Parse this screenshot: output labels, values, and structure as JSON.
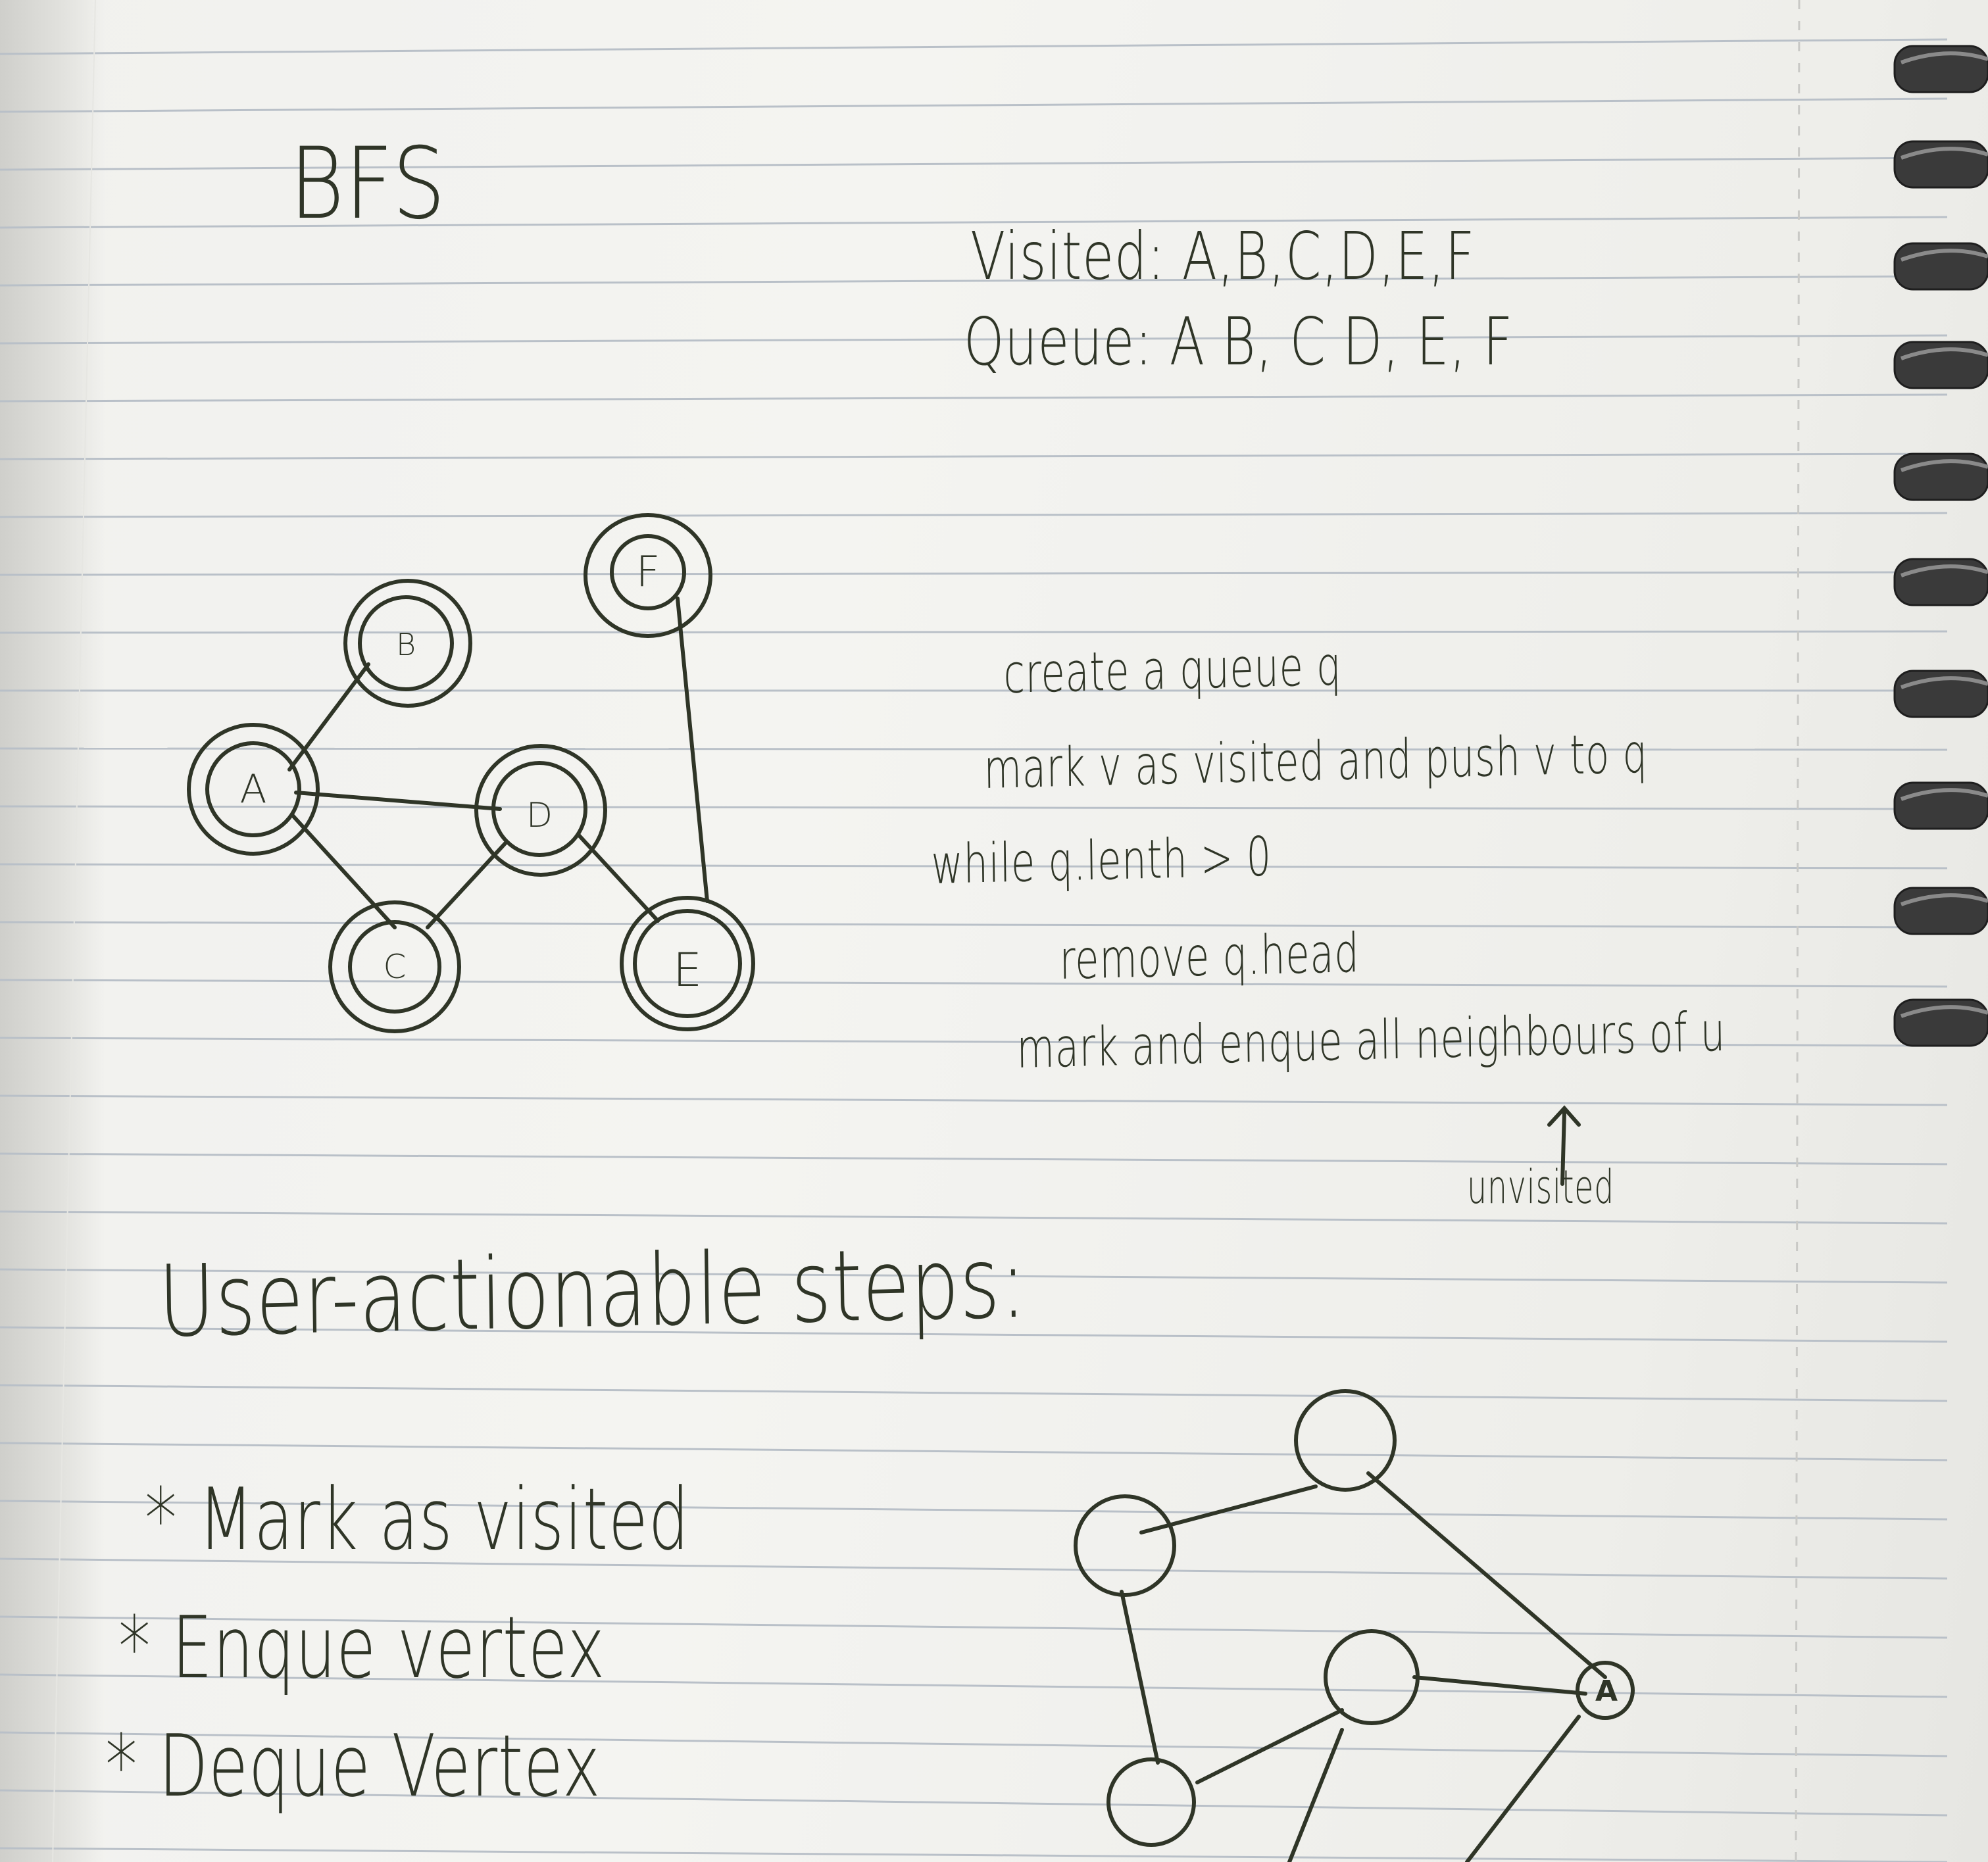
{
  "notebook": {
    "title": "BFS",
    "visited_line": "Visited: A,B,C,D,E,F",
    "queue_line": "Queue: A B, C D, E, F",
    "pseudocode": [
      "create a queue q",
      "mark v as visited and push v to q",
      "while q.lenth > 0",
      "remove q.head",
      "mark and enque all neighbours of u",
      "unvisited"
    ],
    "heading": "User-actionable steps:",
    "steps": [
      "* Mark as visited",
      "* Enque vertex",
      "* Deque Vertex"
    ],
    "graph_top_nodes": [
      "A",
      "B",
      "C",
      "D",
      "E",
      "F"
    ],
    "graph_bottom_start_label": "A",
    "ink_color": "#2f3527",
    "paper_line_color": "#b9c0c8"
  }
}
